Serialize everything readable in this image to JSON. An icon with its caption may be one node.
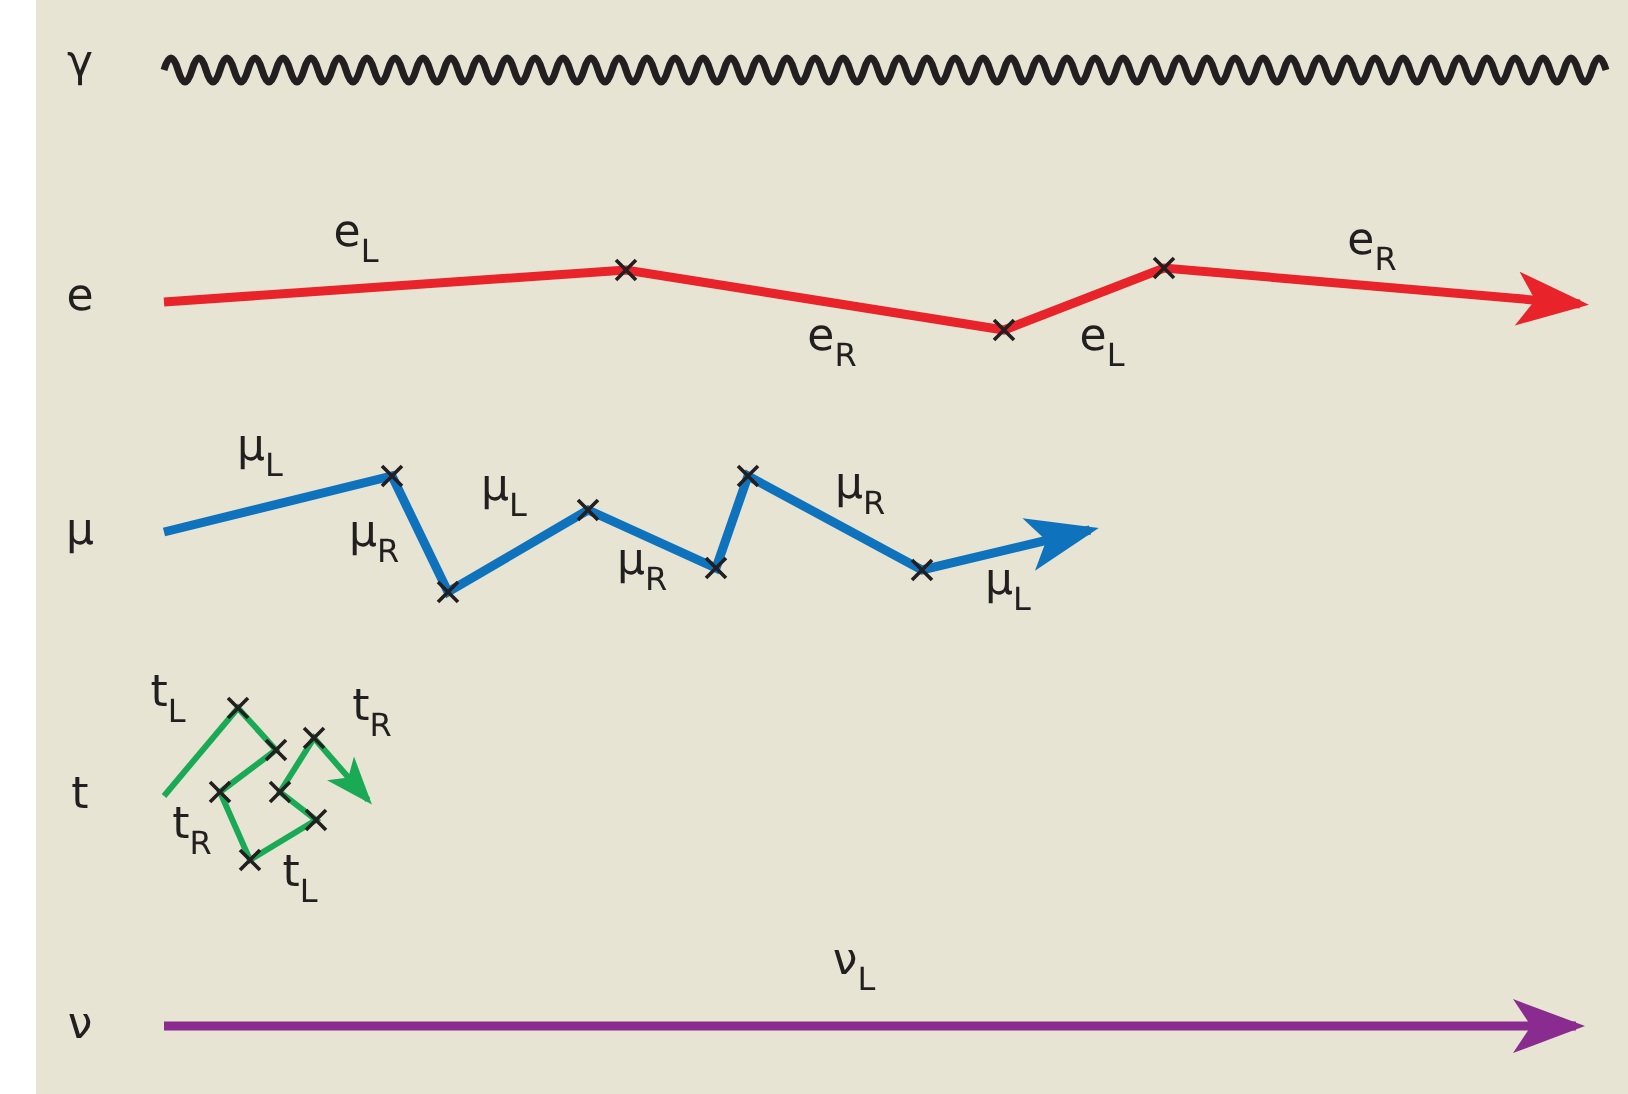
{
  "diagram": {
    "labels": [
      "γ",
      "e$_{L}$",
      "e$_{R}$",
      "e",
      "e$_{R}$",
      "e$_{L}$",
      "μ$_{L}$",
      "μ$_{L}$",
      "μ",
      "μ$_{R}$",
      "μ$_{R}$",
      "μ$_{R}$",
      "μ$_{L}$",
      "t$_{L}$",
      "t$_{R}$",
      "t",
      "t$_{R}$",
      "t$_{L}$",
      "ν$_{L}$",
      "ν"
    ]
  }
}
